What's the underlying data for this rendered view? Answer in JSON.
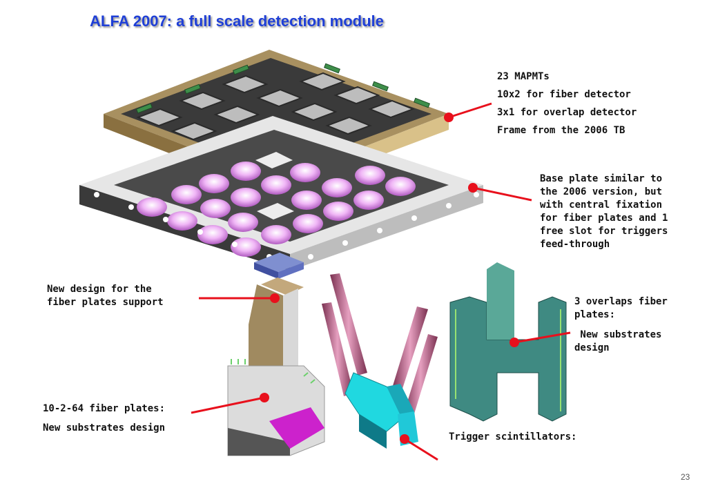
{
  "title": "ALFA 2007: a full scale detection module",
  "labels": {
    "mapmt": [
      "23 MAPMTs",
      "10x2 for fiber detector",
      "3x1 for overlap detector",
      "Frame from the 2006 TB"
    ],
    "base_plate": [
      "Base plate similar to",
      "the 2006 version, but",
      "with central fixation",
      "for fiber plates and 1",
      "free slot for triggers",
      "feed-through"
    ],
    "support": [
      "New design for the",
      "fiber plates support"
    ],
    "overlap": [
      "3 overlaps fiber",
      "plates:",
      " New substrates",
      "design"
    ],
    "fiber": [
      "10-2-64 fiber plates:",
      "New substrates design"
    ],
    "trigger": "Trigger scintillators:"
  },
  "page_number": "23",
  "colors": {
    "title": "#1f3fd6",
    "pointer": "#e8101c",
    "frame": "#c9b27a",
    "base": "#cfcfcf",
    "lens": "#e8a8f0",
    "scintillator": "#20d8e0",
    "overlap_plate": "#3f8a82",
    "fiber_magenta": "#cc22cc"
  }
}
